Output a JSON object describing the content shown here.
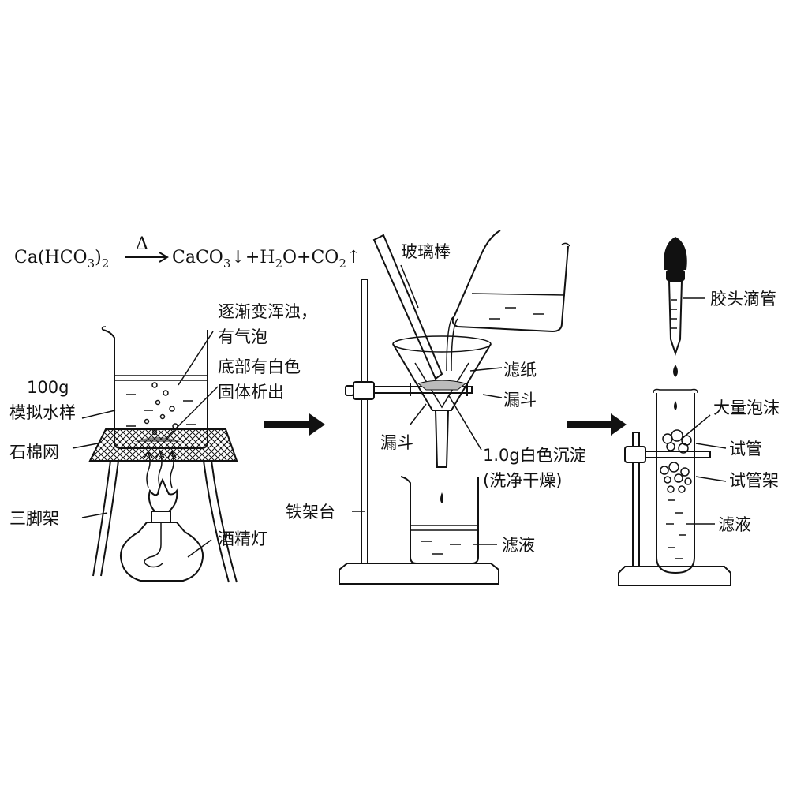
{
  "equation": {
    "reactant": "Ca(HCO",
    "reactant_sub1": "3",
    "reactant_close": ")",
    "reactant_sub2": "2",
    "condition": "Δ",
    "p1": "CaCO",
    "p1_sub": "3",
    "p1_arrow": "↓",
    "p2": "+H",
    "p2_sub": "2",
    "p3": "O+CO",
    "p3_sub": "2",
    "p3_arrow": "↑"
  },
  "step1": {
    "sample_mass": "100g",
    "sample_name": "模拟水样",
    "obs_line1": "逐渐变浑浊，",
    "obs_line2": "有气泡",
    "obs_line3": "底部有白色",
    "obs_line4": "固体析出",
    "gauze": "石棉网",
    "tripod": "三脚架",
    "lamp": "酒精灯"
  },
  "step2": {
    "glass_rod": "玻璃棒",
    "filter_paper": "滤纸",
    "funnel_right": "漏斗",
    "funnel_left": "漏斗",
    "stand": "铁架台",
    "precipitate_line1": "1.0g白色沉淀",
    "precipitate_line2": "(洗净干燥)",
    "filtrate": "滤液"
  },
  "step3": {
    "dropper": "胶头滴管",
    "foam": "大量泡沫",
    "test_tube": "试管",
    "rack": "试管架",
    "filtrate": "滤液"
  }
}
